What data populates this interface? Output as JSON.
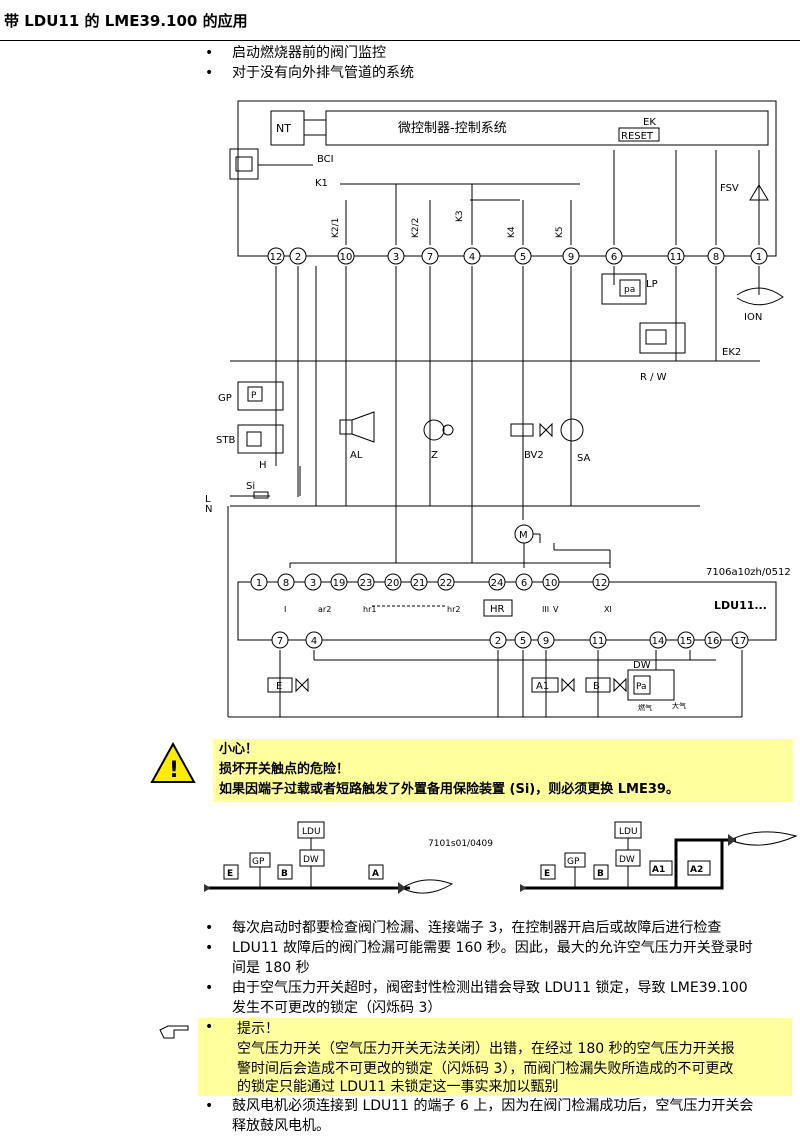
{
  "header": {
    "title": "带 LDU11 的 LME39.100 的应用"
  },
  "intro": [
    "启动燃烧器前的阀门监控",
    "对于没有向外排气管道的系统"
  ],
  "diagram1": {
    "micro_label": "微控制器-控制系统",
    "nt": "NT",
    "bci": "BCI",
    "ek_label": "EK",
    "reset": "RESET",
    "k1": "K1",
    "k2_1": "K2/1",
    "k2_2": "K2/2",
    "k3": "K3",
    "k4": "K4",
    "k5": "K5",
    "fsv": "FSV",
    "terminals": [
      "12",
      "2",
      "10",
      "3",
      "7",
      "4",
      "5",
      "9",
      "6",
      "11",
      "8",
      "1"
    ],
    "lp": "LP",
    "pa": "pa",
    "ion": "ION",
    "rw": "R / W",
    "ek2": "EK2",
    "gp": "GP",
    "stb": "STB",
    "h": "H",
    "si": "Si",
    "l": "L",
    "n": "N",
    "p": "P",
    "al": "AL",
    "z": "Z",
    "bv2": "BV2",
    "sa": "SA",
    "m": "M",
    "code": "7106a10zh/0512",
    "ldu_terminals_top": [
      "1",
      "8",
      "3",
      "19",
      "23",
      "20",
      "21",
      "22",
      "24",
      "6",
      "10",
      "12"
    ],
    "ldu_terminals_bottom": [
      "7",
      "4",
      "2",
      "5",
      "9",
      "11",
      "14",
      "15",
      "16",
      "17"
    ],
    "ldu_name": "LDU11...",
    "hr": "HR",
    "ar2": "ar2",
    "hr1": "hr1",
    "hr2": "hr2",
    "roman": [
      "I",
      "III",
      "V",
      "XI"
    ],
    "valve_e": "E",
    "valve_a1": "A1",
    "valve_b": "B",
    "dw": "DW",
    "pa2": "Pa",
    "fuel": "燃气",
    "air": "大气"
  },
  "warning": {
    "line1": "小心！",
    "line2": "损坏开关触点的危险！",
    "line3": "如果因端子过载或者短路触发了外置备用保险装置 (Si)，则必须更换 LME39。"
  },
  "diagram2": {
    "code": "7101s01/0409",
    "ldu": "LDU",
    "dw": "DW",
    "gp": "GP",
    "e": "E",
    "b": "B",
    "a": "A",
    "a1": "A1",
    "a2": "A2"
  },
  "bottom_bullets": [
    "每次启动时都要检查阀门检漏、连接端子 3，在控制器开启后或故障后进行检查",
    "LDU11 故障后的阀门检漏可能需要 160 秒。因此，最大的允许空气压力开关登录时",
    "间是 180 秒",
    "由于空气压力开关超时，阀密封性检测出错会导致 LDU11 锁定，导致 LME39.100",
    "发生不可更改的锁定（闪烁码 3）"
  ],
  "tip": {
    "title": "提示！",
    "lines": [
      "空气压力开关（空气压力开关无法关闭）出错，在经过 180 秒的空气压力开关报",
      "警时间后会造成不可更改的锁定（闪烁码 3），而阀门检漏失败所造成的不可更改",
      "的锁定只能通过 LDU11 未锁定这一事实来加以甄别"
    ]
  },
  "last_bullet": [
    "鼓风电机必须连接到 LDU11 的端子 6 上，因为在阀门检漏成功后，空气压力开关会",
    "释放鼓风电机。"
  ]
}
